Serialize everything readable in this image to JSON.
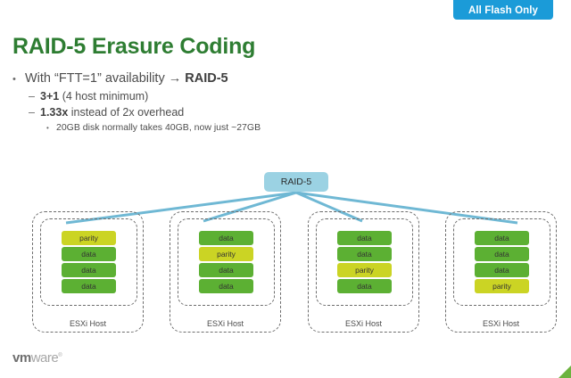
{
  "badge": {
    "label": "All Flash Only",
    "color": "#1b9bd8"
  },
  "title": {
    "text": "RAID-5 Erasure Coding",
    "color": "#2e7d32"
  },
  "bullets": [
    {
      "level": 1,
      "marker": "•",
      "text": "With “FTT=1” availability → ",
      "bold_tail": "RAID-5"
    },
    {
      "level": 2,
      "marker": "–",
      "bold_head": "3+1",
      "text": " (4 host minimum)"
    },
    {
      "level": 2,
      "marker": "–",
      "bold_head": "1.33x",
      "text": " instead of 2x overhead"
    },
    {
      "level": 3,
      "marker": "•",
      "text": "20GB disk normally takes 40GB, now just ~27GB"
    }
  ],
  "diagram": {
    "raid_node": {
      "label": "RAID-5",
      "color": "#9bd2e3"
    },
    "connector_color": "#6fb8d4",
    "block_colors": {
      "data": "#5cb033",
      "parity": "#cbd424"
    },
    "host_label": "ESXi Host",
    "hosts": [
      {
        "name": "ESXi Host",
        "blocks": [
          {
            "type": "parity",
            "label": "parity"
          },
          {
            "type": "data",
            "label": "data"
          },
          {
            "type": "data",
            "label": "data"
          },
          {
            "type": "data",
            "label": "data"
          }
        ]
      },
      {
        "name": "ESXi Host",
        "blocks": [
          {
            "type": "data",
            "label": "data"
          },
          {
            "type": "parity",
            "label": "parity"
          },
          {
            "type": "data",
            "label": "data"
          },
          {
            "type": "data",
            "label": "data"
          }
        ]
      },
      {
        "name": "ESXi Host",
        "blocks": [
          {
            "type": "data",
            "label": "data"
          },
          {
            "type": "data",
            "label": "data"
          },
          {
            "type": "parity",
            "label": "parity"
          },
          {
            "type": "data",
            "label": "data"
          }
        ]
      },
      {
        "name": "ESXi Host",
        "blocks": [
          {
            "type": "data",
            "label": "data"
          },
          {
            "type": "data",
            "label": "data"
          },
          {
            "type": "data",
            "label": "data"
          },
          {
            "type": "parity",
            "label": "parity"
          }
        ]
      }
    ]
  },
  "footer": {
    "logo_primary": "vm",
    "logo_secondary": "ware",
    "logo_tm": "®",
    "accent_color": "#6cb33f"
  }
}
